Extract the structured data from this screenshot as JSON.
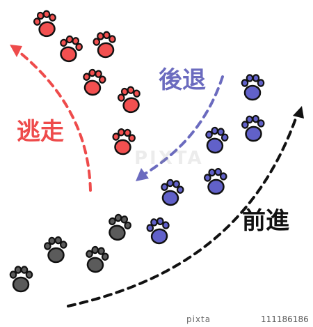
{
  "labels": {
    "escape": "逃走",
    "retreat": "後退",
    "advance": "前進"
  },
  "watermark": "PIXTA",
  "footer": {
    "logo": "pixta",
    "image_id": "111186186"
  },
  "colors": {
    "escape": "#ee4b4b",
    "retreat": "#6b6bbf",
    "advance": "#111111",
    "escape_paw": "#f25050",
    "retreat_paw": "#6161c9",
    "advance_paw": "#5b5b5b",
    "outline": "#111111"
  }
}
